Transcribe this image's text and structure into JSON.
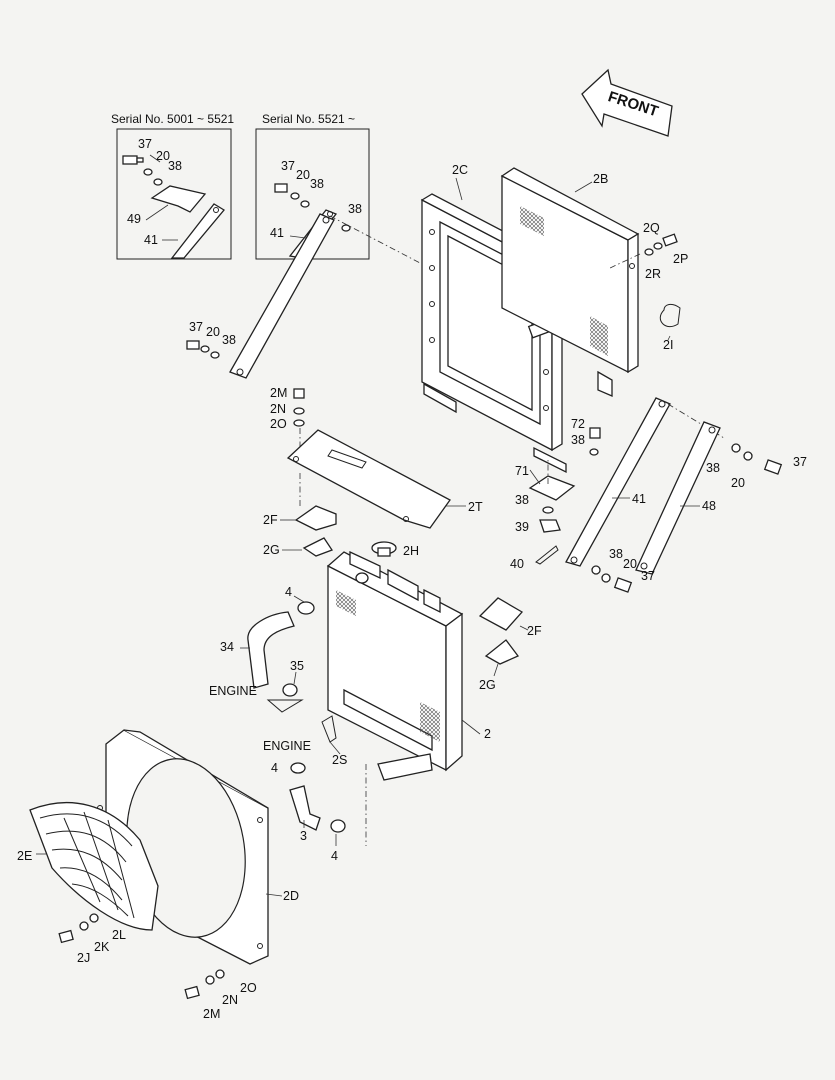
{
  "direction_arrow": {
    "label": "FRONT"
  },
  "serial_boxes": [
    {
      "title": "Serial No. 5001 ~ 5521",
      "callouts": [
        "37",
        "20",
        "38",
        "49",
        "41"
      ]
    },
    {
      "title": "Serial No. 5521 ~",
      "callouts": [
        "37",
        "20",
        "38",
        "38",
        "41"
      ]
    }
  ],
  "callouts": {
    "c_37_left": "37",
    "c_20_left": "20",
    "c_38_left": "38",
    "c_2C": "2C",
    "c_2B": "2B",
    "c_2Q": "2Q",
    "c_2P": "2P",
    "c_2R": "2R",
    "c_2I": "2I",
    "c_2M_top": "2M",
    "c_2N_top": "2N",
    "c_2O_top": "2O",
    "c_72": "72",
    "c_38_mid": "38",
    "c_71": "71",
    "c_38_71": "38",
    "c_39": "39",
    "c_40": "40",
    "c_38_right": "38",
    "c_37_right": "37",
    "c_20_right": "20",
    "c_41_right": "41",
    "c_48": "48",
    "c_38_bot": "38",
    "c_20_bot": "20",
    "c_37_bot": "37",
    "c_2T": "2T",
    "c_2F_left": "2F",
    "c_2G_left": "2G",
    "c_2H": "2H",
    "c_4_top": "4",
    "c_34": "34",
    "c_35": "35",
    "c_engine_top": "ENGINE",
    "c_2F_right": "2F",
    "c_2G_right": "2G",
    "c_2": "2",
    "c_2S": "2S",
    "c_engine_bot": "ENGINE",
    "c_4_mid": "4",
    "c_3": "3",
    "c_4_bot": "4",
    "c_2E": "2E",
    "c_2D": "2D",
    "c_2L": "2L",
    "c_2K": "2K",
    "c_2J": "2J",
    "c_2O_bot": "2O",
    "c_2N_bot": "2N",
    "c_2M_bot": "2M"
  }
}
